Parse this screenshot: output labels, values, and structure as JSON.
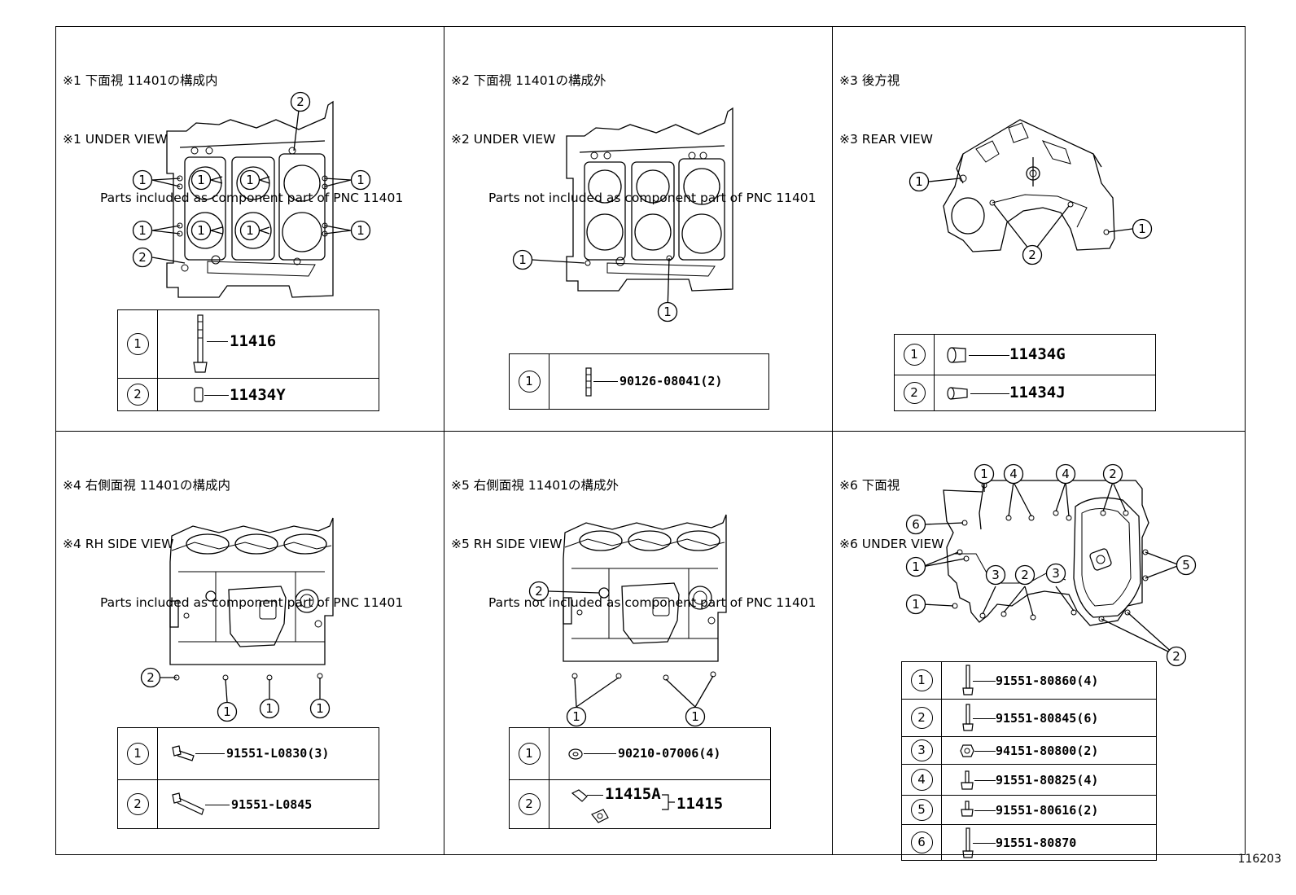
{
  "panels": [
    {
      "h1": "※1 下面視 11401の構成内",
      "h2": "※1 UNDER VIEW",
      "h3": "Parts included as component part of PNC 11401",
      "parts": [
        {
          "n": "1",
          "pn": "11416"
        },
        {
          "n": "2",
          "pn": "11434Y"
        }
      ]
    },
    {
      "h1": "※2 下面視 11401の構成外",
      "h2": "※2 UNDER VIEW",
      "h3": "Parts not included as component part of PNC 11401",
      "parts": [
        {
          "n": "1",
          "pn": "90126-08041(2)"
        }
      ]
    },
    {
      "h1": "※3 後方視",
      "h2": "※3 REAR VIEW",
      "h3": "",
      "parts": [
        {
          "n": "1",
          "pn": "11434G"
        },
        {
          "n": "2",
          "pn": "11434J"
        }
      ]
    },
    {
      "h1": "※4 右側面視 11401の構成内",
      "h2": "※4 RH SIDE VIEW",
      "h3": "Parts included as component part of PNC 11401",
      "parts": [
        {
          "n": "1",
          "pn": "91551-L0830(3)"
        },
        {
          "n": "2",
          "pn": "91551-L0845"
        }
      ]
    },
    {
      "h1": "※5 右側面視 11401の構成外",
      "h2": "※5 RH SIDE VIEW",
      "h3": "Parts not included as component part of PNC 11401",
      "parts": [
        {
          "n": "1",
          "pn": "90210-07006(4)"
        },
        {
          "n": "2",
          "pn": "11415A",
          "pn2": "11415"
        }
      ]
    },
    {
      "h1": "※6 下面視",
      "h2": "※6 UNDER VIEW",
      "h3": "",
      "parts": [
        {
          "n": "1",
          "pn": "91551-80860(4)"
        },
        {
          "n": "2",
          "pn": "91551-80845(6)"
        },
        {
          "n": "3",
          "pn": "94151-80800(2)"
        },
        {
          "n": "4",
          "pn": "91551-80825(4)"
        },
        {
          "n": "5",
          "pn": "91551-80616(2)"
        },
        {
          "n": "6",
          "pn": "91551-80870"
        }
      ]
    }
  ],
  "callouts": {
    "one": "1",
    "two": "2",
    "three": "3",
    "four": "4",
    "five": "5",
    "six": "6"
  },
  "figure_number": "116203"
}
